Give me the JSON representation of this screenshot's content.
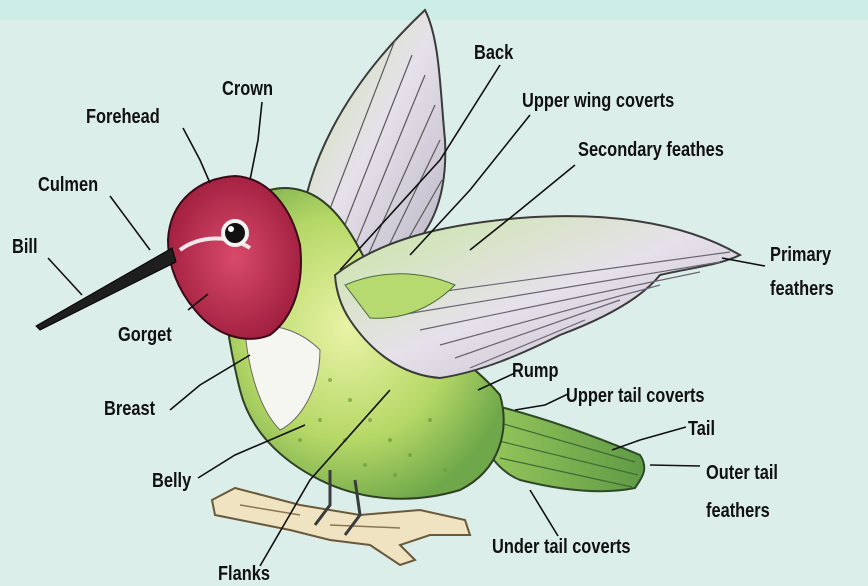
{
  "labels": {
    "back": "Back",
    "crown": "Crown",
    "upper_wing_coverts": "Upper wing coverts",
    "forehead": "Forehead",
    "secondary_feathers": "Secondary feathes",
    "culmen": "Culmen",
    "bill": "Bill",
    "primary_feathers_1": "Primary",
    "primary_feathers_2": "feathers",
    "gorget": "Gorget",
    "rump": "Rump",
    "upper_tail_coverts": "Upper tail coverts",
    "breast": "Breast",
    "tail": "Tail",
    "outer_tail_1": "Outer tail",
    "outer_tail_2": "feathers",
    "belly": "Belly",
    "under_tail_coverts": "Under tail coverts",
    "flanks": "Flanks"
  },
  "colors": {
    "background": "#dceee9",
    "head_red": "#c4234a",
    "body_green": "#b9dc6a",
    "wing": "#d9d6de",
    "text": "#111111"
  }
}
